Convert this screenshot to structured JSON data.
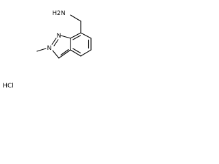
{
  "molecule": {
    "amine_label": "H2N",
    "nitrogen_n1_label": "N",
    "nitrogen_n2_label": "N",
    "salt_label": "HCl"
  },
  "colors": {
    "background": "#ffffff",
    "bond": "#000000",
    "text": "#000000"
  }
}
